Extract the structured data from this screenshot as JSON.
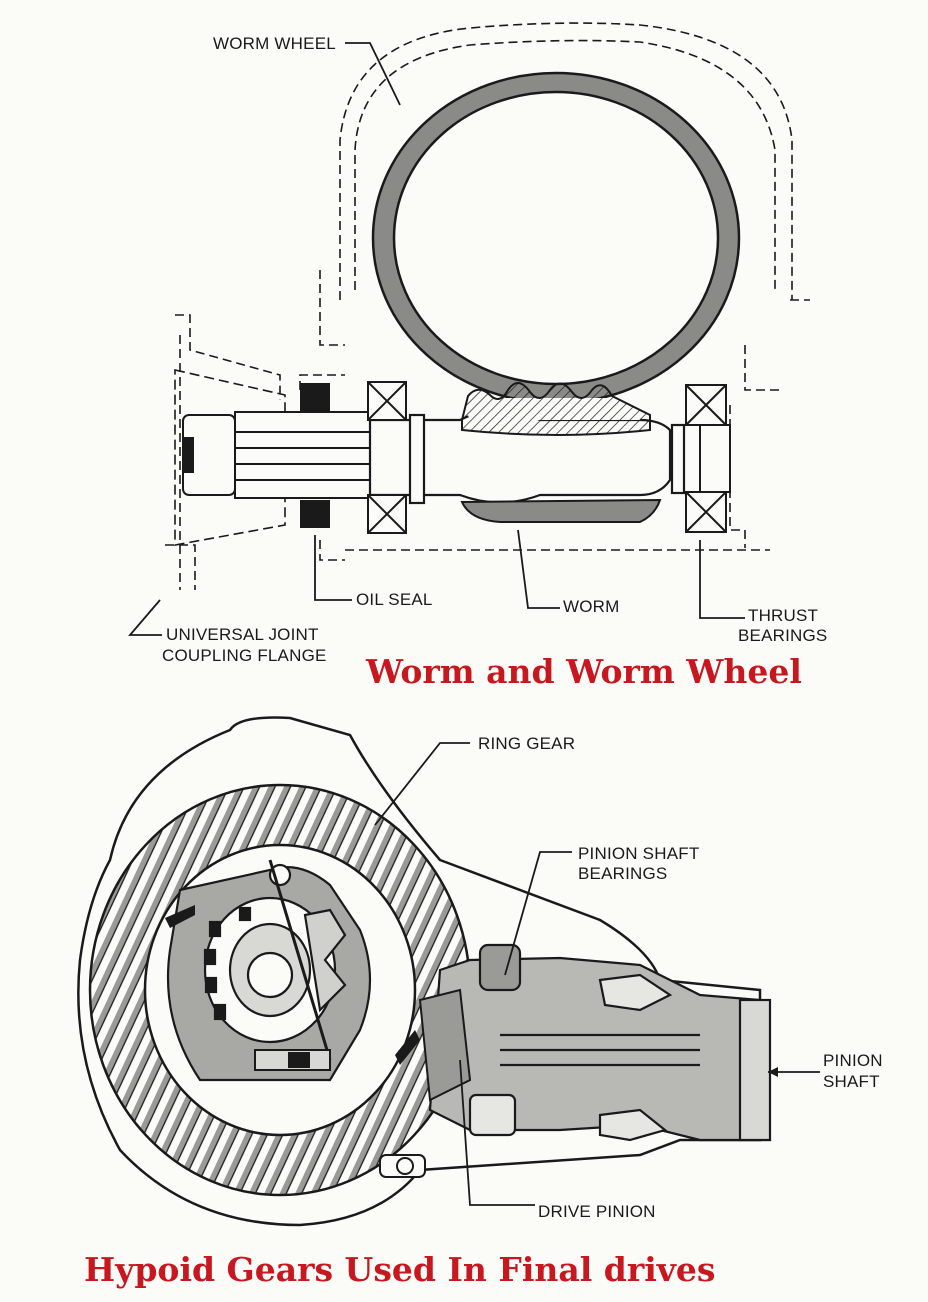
{
  "worm_diagram": {
    "labels": {
      "worm_wheel": "WORM WHEEL",
      "oil_seal": "OIL SEAL",
      "worm": "WORM",
      "thrust_bearings_1": "THRUST",
      "thrust_bearings_2": "BEARINGS",
      "universal_joint_1": "UNIVERSAL JOINT",
      "universal_joint_2": "COUPLING FLANGE"
    },
    "caption": "Worm and Worm Wheel"
  },
  "hypoid_diagram": {
    "labels": {
      "ring_gear": "RING GEAR",
      "pinion_shaft_bearings_1": "PINION SHAFT",
      "pinion_shaft_bearings_2": "BEARINGS",
      "pinion_shaft_1": "PINION",
      "pinion_shaft_2": "SHAFT",
      "drive_pinion": "DRIVE PINION"
    },
    "caption": "Hypoid Gears Used In Final drives"
  },
  "colors": {
    "ink": "#1a1a1a",
    "caption": "#c8171e",
    "gear_fill": "#8a8a86",
    "paper": "#fbfbf8"
  }
}
